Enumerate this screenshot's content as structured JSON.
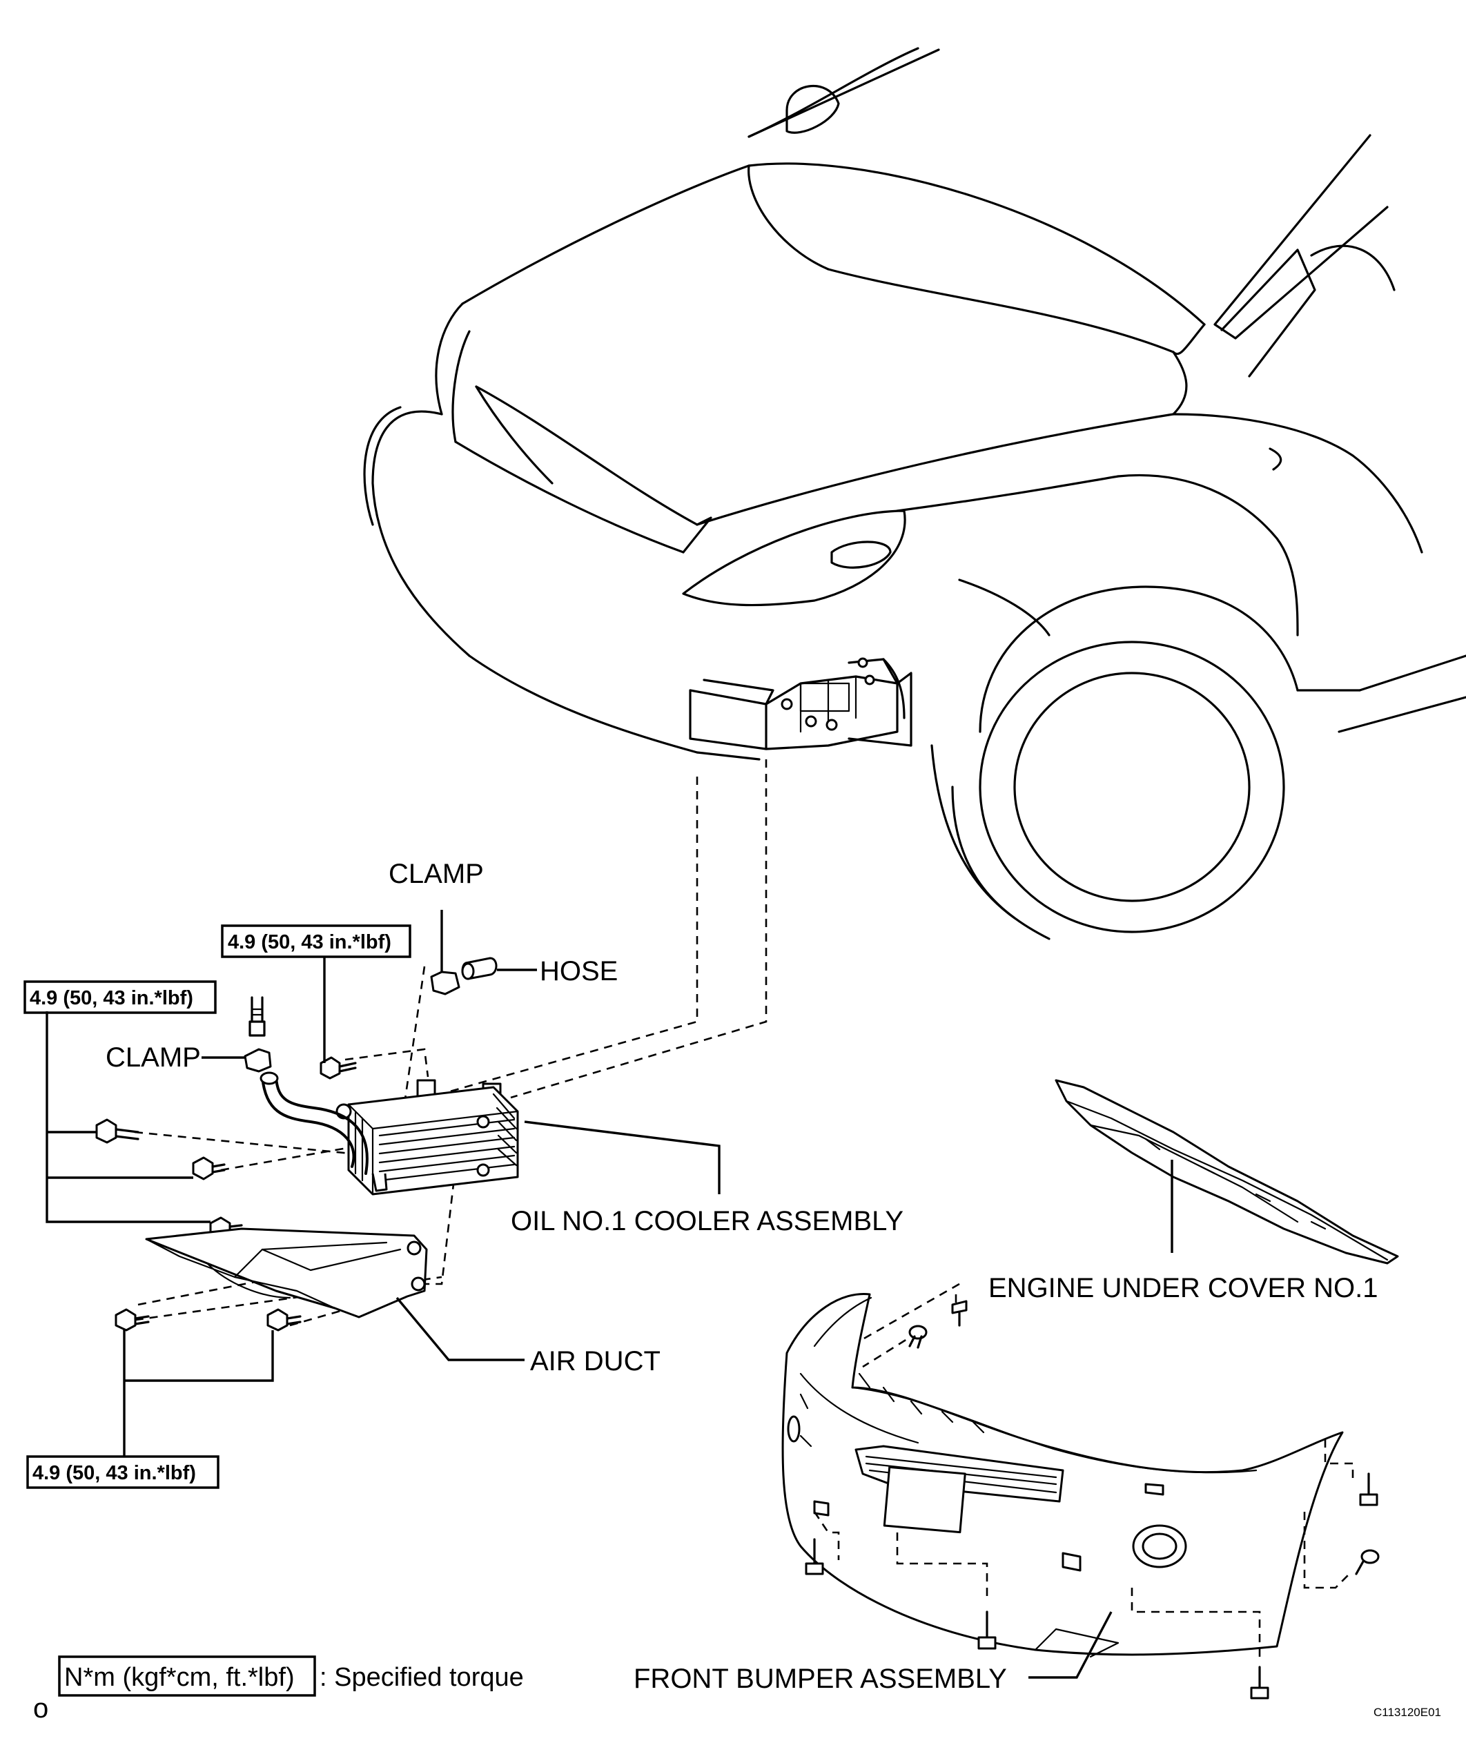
{
  "labels": {
    "clamp_top": "CLAMP",
    "hose": "HOSE",
    "clamp_left": "CLAMP",
    "oil_cooler": "OIL NO.1 COOLER ASSEMBLY",
    "air_duct": "AIR DUCT",
    "engine_under_cover": "ENGINE UNDER COVER NO.1",
    "front_bumper": "FRONT BUMPER ASSEMBLY"
  },
  "torque_specs": {
    "clamp_bolt": "4.9 (50, 43 in.*lbf)",
    "cooler_bolts": "4.9 (50, 43 in.*lbf)",
    "duct_bolts": "4.9 (50, 43 in.*lbf)"
  },
  "legend": {
    "unit_box": "N*m (kgf*cm, ft.*lbf)",
    "description": ": Specified torque"
  },
  "corner_mark": "o",
  "figure_id": "C113120E01"
}
